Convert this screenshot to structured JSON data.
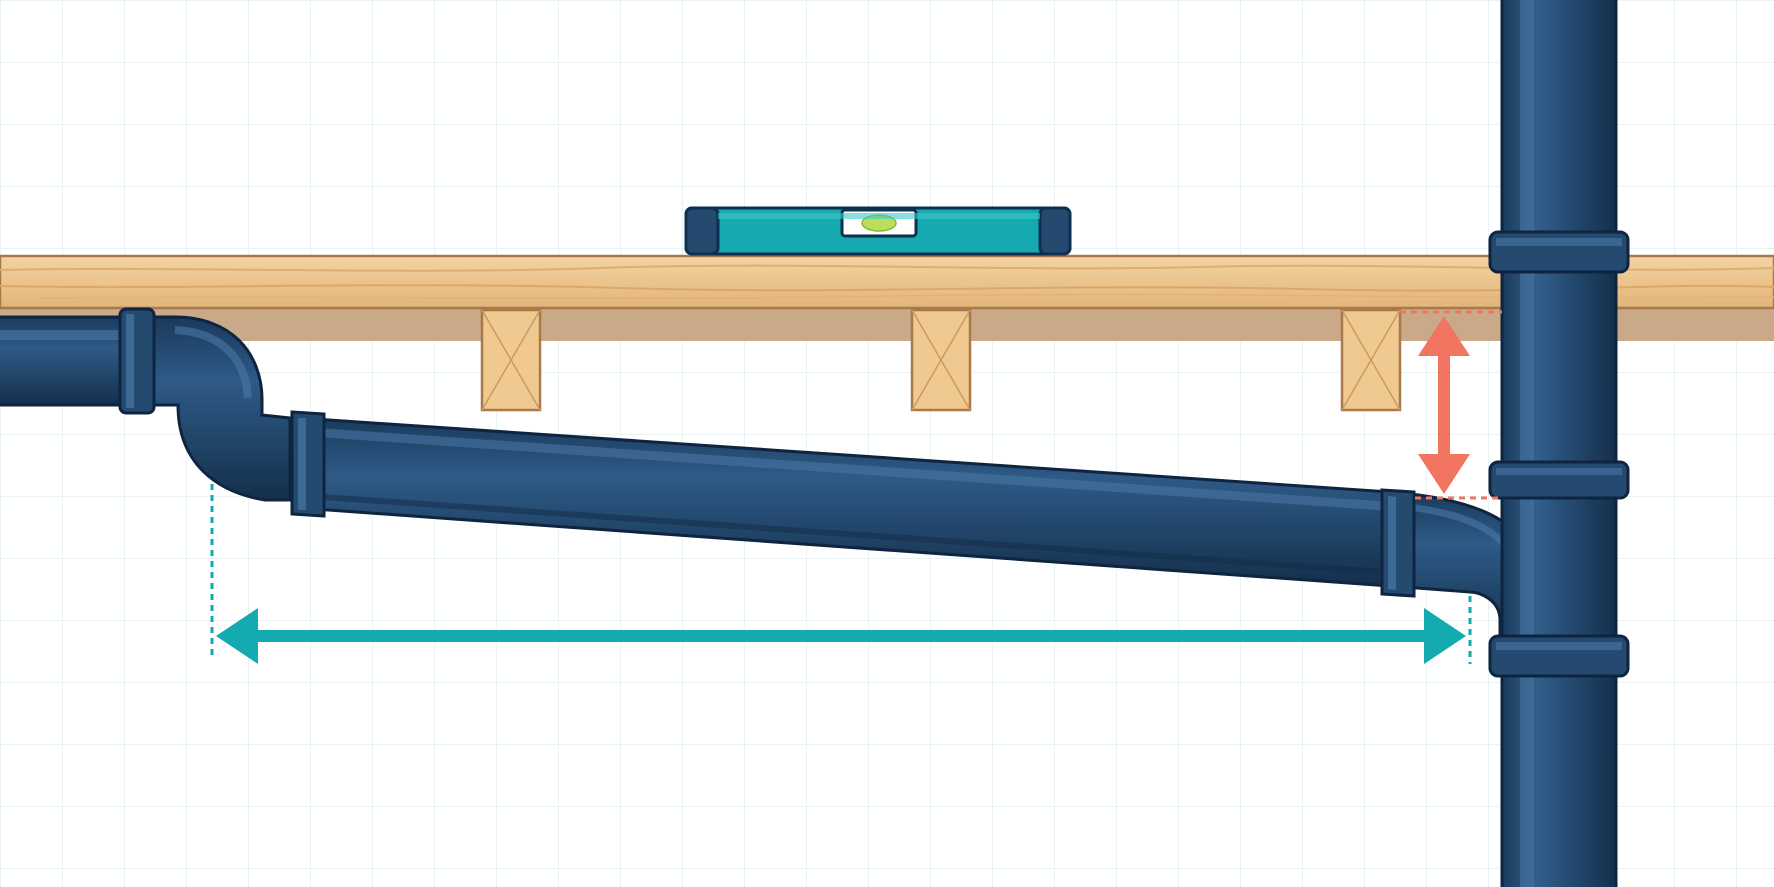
{
  "diagram": {
    "kind": "drain-pipe-slope-illustration",
    "elements": [
      {
        "name": "spirit-level",
        "icon": "spirit-level-icon"
      },
      {
        "name": "floor-board",
        "icon": "wood-plank-icon"
      },
      {
        "name": "joist-blocks",
        "count": 3
      },
      {
        "name": "sloped-drain-pipe",
        "icon": "pipe-icon"
      },
      {
        "name": "vertical-stack-pipe",
        "icon": "pipe-icon"
      },
      {
        "name": "run-length-arrow",
        "icon": "double-arrow-horizontal-icon"
      },
      {
        "name": "drop-height-arrow",
        "icon": "double-arrow-vertical-icon"
      }
    ]
  },
  "colors": {
    "background": "#ffffff",
    "grid": "#dcefef",
    "pipe": "#244a70",
    "pipe_dark": "#132c48",
    "pipe_highlight": "#4a78a6",
    "wood": "#ecc48c",
    "wood_shadow": "#c9a988",
    "wood_edge": "#a8794a",
    "block": "#f0c990",
    "level_body": "#14aab0",
    "level_cap": "#244a70",
    "level_bubble": "#b8e05a",
    "run_arrow": "#13aab0",
    "drop_arrow": "#f27561"
  }
}
